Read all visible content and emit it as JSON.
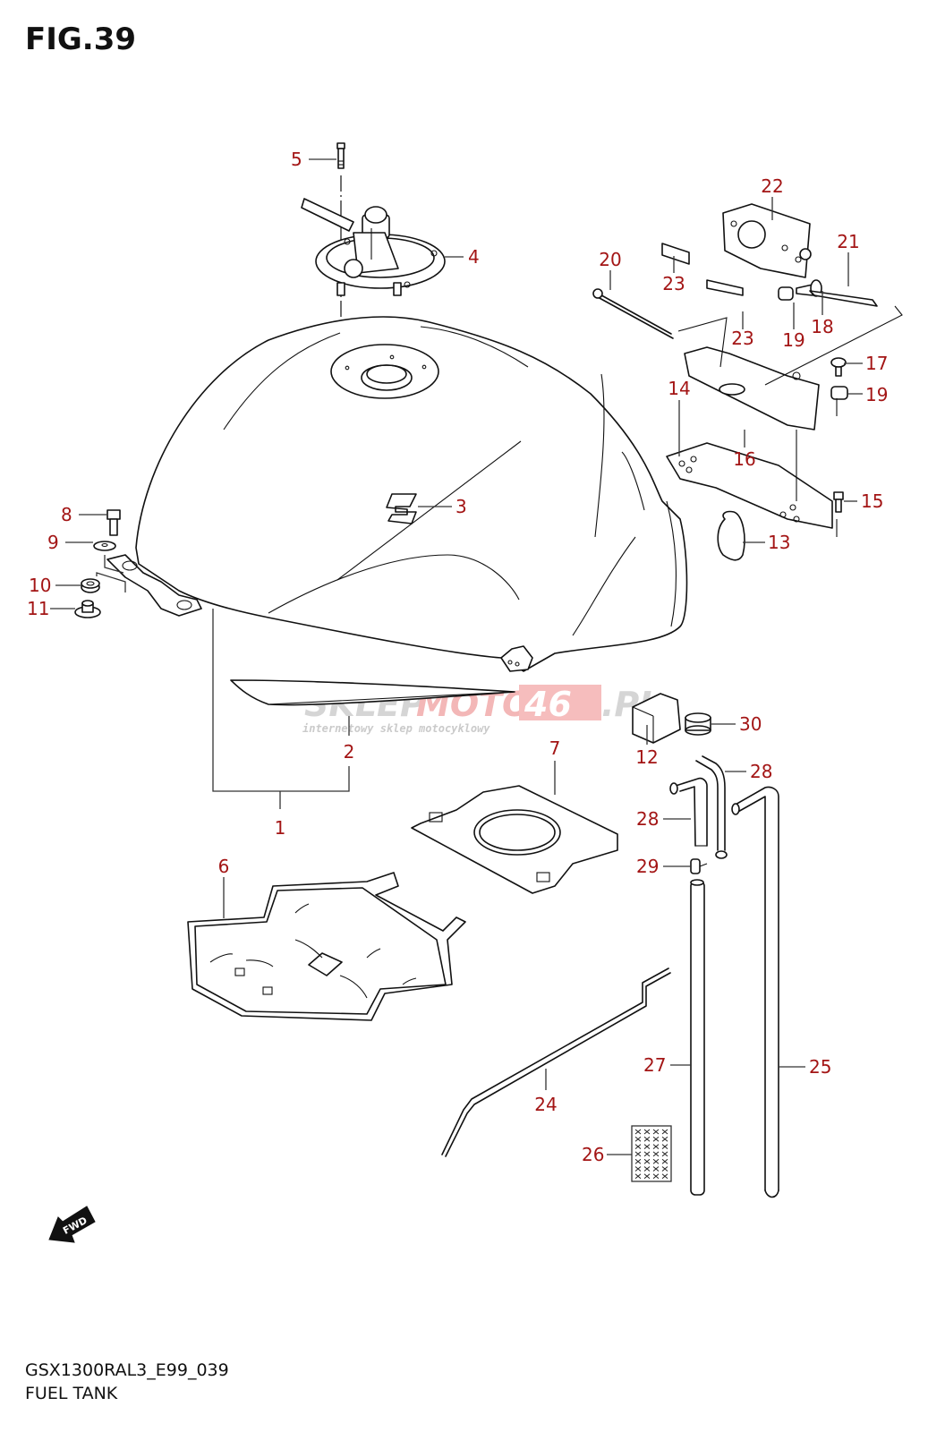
{
  "figure": {
    "title": "FIG.39",
    "model_code": "GSX1300RAL3_E99_039",
    "section_name": "FUEL TANK"
  },
  "colors": {
    "callout": "#a31515",
    "line": "#111111",
    "watermark_gray": "#c8c8c8",
    "watermark_red": "#f0a0a0"
  },
  "watermark": {
    "brand_part1": "SKLEP",
    "brand_part2": "MOTO",
    "brand_part3": "46",
    "brand_part4": ".PL",
    "tagline": "internetowy sklep motocyklowy"
  },
  "orientation_badge": {
    "label": "FWD",
    "icon": "forward-arrow-icon"
  },
  "callouts": [
    {
      "id": "c1",
      "label": "1",
      "part": "fuel-tank-assembly"
    },
    {
      "id": "c2",
      "label": "2",
      "part": "tank-side-trim"
    },
    {
      "id": "c3",
      "label": "3",
      "part": "emblem"
    },
    {
      "id": "c4",
      "label": "4",
      "part": "fuel-cap"
    },
    {
      "id": "c5",
      "label": "5",
      "part": "cap-bolt"
    },
    {
      "id": "c6",
      "label": "6",
      "part": "tank-cover-mat"
    },
    {
      "id": "c7",
      "label": "7",
      "part": "gasket-plate"
    },
    {
      "id": "c8",
      "label": "8",
      "part": "bolt"
    },
    {
      "id": "c9",
      "label": "9",
      "part": "washer"
    },
    {
      "id": "c10",
      "label": "10",
      "part": "cushion"
    },
    {
      "id": "c11",
      "label": "11",
      "part": "spacer"
    },
    {
      "id": "c12",
      "label": "12",
      "part": "cushion-block"
    },
    {
      "id": "c13",
      "label": "13",
      "part": "rear-cushion"
    },
    {
      "id": "c14",
      "label": "14",
      "part": "bracket"
    },
    {
      "id": "c15",
      "label": "15",
      "part": "bolt"
    },
    {
      "id": "c16",
      "label": "16",
      "part": "hinge-bracket"
    },
    {
      "id": "c17",
      "label": "17",
      "part": "screw"
    },
    {
      "id": "c18",
      "label": "18",
      "part": "bolt"
    },
    {
      "id": "c19a",
      "label": "19",
      "part": "cushion"
    },
    {
      "id": "c19b",
      "label": "19",
      "part": "cushion"
    },
    {
      "id": "c20",
      "label": "20",
      "part": "long-bolt"
    },
    {
      "id": "c21",
      "label": "21",
      "part": "hinge-pin"
    },
    {
      "id": "c22",
      "label": "22",
      "part": "hinge"
    },
    {
      "id": "c23a",
      "label": "23",
      "part": "plate"
    },
    {
      "id": "c23b",
      "label": "23",
      "part": "plate"
    },
    {
      "id": "c24",
      "label": "24",
      "part": "prop-rod"
    },
    {
      "id": "c25",
      "label": "25",
      "part": "drain-hose"
    },
    {
      "id": "c26",
      "label": "26",
      "part": "mesh-pad"
    },
    {
      "id": "c27",
      "label": "27",
      "part": "breather-hose"
    },
    {
      "id": "c28a",
      "label": "28",
      "part": "hose"
    },
    {
      "id": "c28b",
      "label": "28",
      "part": "hose"
    },
    {
      "id": "c29",
      "label": "29",
      "part": "joint"
    },
    {
      "id": "c30",
      "label": "30",
      "part": "collar"
    }
  ]
}
